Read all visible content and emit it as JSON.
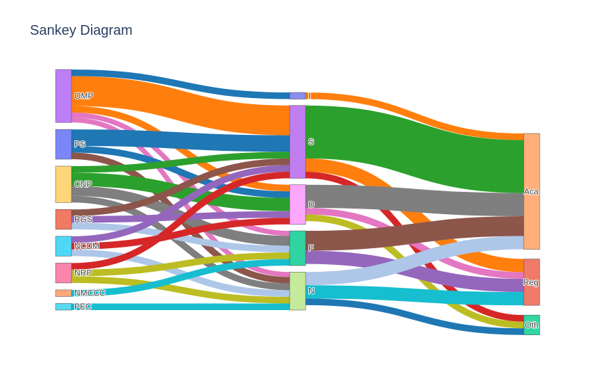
{
  "title": "Sankey Diagram",
  "chart_data": {
    "type": "sankey",
    "nodes": [
      {
        "id": "OMP",
        "label": "OMP",
        "color": "#bd7ef8",
        "column": 0
      },
      {
        "id": "PS",
        "label": "PS",
        "color": "#7b87f8",
        "column": 0
      },
      {
        "id": "CNP",
        "label": "CNP",
        "color": "#fed67a",
        "column": 0
      },
      {
        "id": "RGS",
        "label": "RGS",
        "color": "#f17a63",
        "column": 0
      },
      {
        "id": "NCDM",
        "label": "NCDM",
        "color": "#4fd7f6",
        "column": 0
      },
      {
        "id": "NRP",
        "label": "NRP",
        "color": "#fb86ad",
        "column": 0
      },
      {
        "id": "NMCCC",
        "label": "NMCCC",
        "color": "#ffa97b",
        "column": 0
      },
      {
        "id": "PEC",
        "label": "PEC",
        "color": "#5ad9f3",
        "column": 0
      },
      {
        "id": "I",
        "label": "I",
        "color": "#8a8ef2",
        "column": 1
      },
      {
        "id": "S",
        "label": "S",
        "color": "#c07ef1",
        "column": 1
      },
      {
        "id": "D",
        "label": "D",
        "color": "#fca6fd",
        "column": 1
      },
      {
        "id": "F",
        "label": "F",
        "color": "#30d4a1",
        "column": 1
      },
      {
        "id": "N",
        "label": "N",
        "color": "#c6ea9b",
        "column": 1
      },
      {
        "id": "Aca",
        "label": "Aca",
        "color": "#ffb07a",
        "column": 2
      },
      {
        "id": "Reg",
        "label": "Reg",
        "color": "#f07b6a",
        "column": 2
      },
      {
        "id": "Oth",
        "label": "Oth",
        "color": "#34d6a3",
        "column": 2
      }
    ],
    "links": [
      {
        "source": "OMP",
        "target": "I",
        "value": 2,
        "color": "#1f77b4"
      },
      {
        "source": "OMP",
        "target": "S",
        "value": 9,
        "color": "#ff7f0e"
      },
      {
        "source": "OMP",
        "target": "D",
        "value": 2,
        "color": "#ff7f0e"
      },
      {
        "source": "OMP",
        "target": "F",
        "value": 1.5,
        "color": "#e377c2"
      },
      {
        "source": "OMP",
        "target": "N",
        "value": 1.5,
        "color": "#e377c2"
      },
      {
        "source": "PS",
        "target": "S",
        "value": 5,
        "color": "#1f77b4"
      },
      {
        "source": "PS",
        "target": "D",
        "value": 2,
        "color": "#1f77b4"
      },
      {
        "source": "PS",
        "target": "N",
        "value": 2,
        "color": "#8c564b"
      },
      {
        "source": "CNP",
        "target": "S",
        "value": 2,
        "color": "#2ca02c"
      },
      {
        "source": "CNP",
        "target": "D",
        "value": 4,
        "color": "#2ca02c"
      },
      {
        "source": "CNP",
        "target": "F",
        "value": 3,
        "color": "#7f7f7f"
      },
      {
        "source": "CNP",
        "target": "N",
        "value": 2,
        "color": "#7f7f7f"
      },
      {
        "source": "RGS",
        "target": "S",
        "value": 2,
        "color": "#8c564b"
      },
      {
        "source": "RGS",
        "target": "D",
        "value": 2,
        "color": "#9467bd"
      },
      {
        "source": "RGS",
        "target": "F",
        "value": 2,
        "color": "#aec7e8"
      },
      {
        "source": "NCDM",
        "target": "S",
        "value": 2,
        "color": "#9467bd"
      },
      {
        "source": "NCDM",
        "target": "D",
        "value": 2,
        "color": "#d62728"
      },
      {
        "source": "NCDM",
        "target": "N",
        "value": 2,
        "color": "#aec7e8"
      },
      {
        "source": "NRP",
        "target": "S",
        "value": 2,
        "color": "#d62728"
      },
      {
        "source": "NRP",
        "target": "F",
        "value": 2,
        "color": "#bcbd22"
      },
      {
        "source": "NRP",
        "target": "N",
        "value": 2,
        "color": "#bcbd22"
      },
      {
        "source": "NMCCC",
        "target": "F",
        "value": 2,
        "color": "#17becf"
      },
      {
        "source": "PEC",
        "target": "N",
        "value": 2,
        "color": "#17becf"
      },
      {
        "source": "I",
        "target": "Aca",
        "value": 2,
        "color": "#ff7f0e"
      },
      {
        "source": "S",
        "target": "Aca",
        "value": 16,
        "color": "#2ca02c"
      },
      {
        "source": "S",
        "target": "Reg",
        "value": 4,
        "color": "#ff7f0e"
      },
      {
        "source": "S",
        "target": "Oth",
        "value": 2,
        "color": "#d62728"
      },
      {
        "source": "D",
        "target": "Aca",
        "value": 7,
        "color": "#7f7f7f"
      },
      {
        "source": "D",
        "target": "Reg",
        "value": 2,
        "color": "#e377c2"
      },
      {
        "source": "D",
        "target": "Oth",
        "value": 2,
        "color": "#bcbd22"
      },
      {
        "source": "F",
        "target": "Aca",
        "value": 6,
        "color": "#8c564b"
      },
      {
        "source": "F",
        "target": "Reg",
        "value": 4,
        "color": "#9467bd"
      },
      {
        "source": "N",
        "target": "Aca",
        "value": 4,
        "color": "#aec7e8"
      },
      {
        "source": "N",
        "target": "Reg",
        "value": 4,
        "color": "#17becf"
      },
      {
        "source": "N",
        "target": "Oth",
        "value": 2,
        "color": "#1f77b4"
      }
    ]
  }
}
